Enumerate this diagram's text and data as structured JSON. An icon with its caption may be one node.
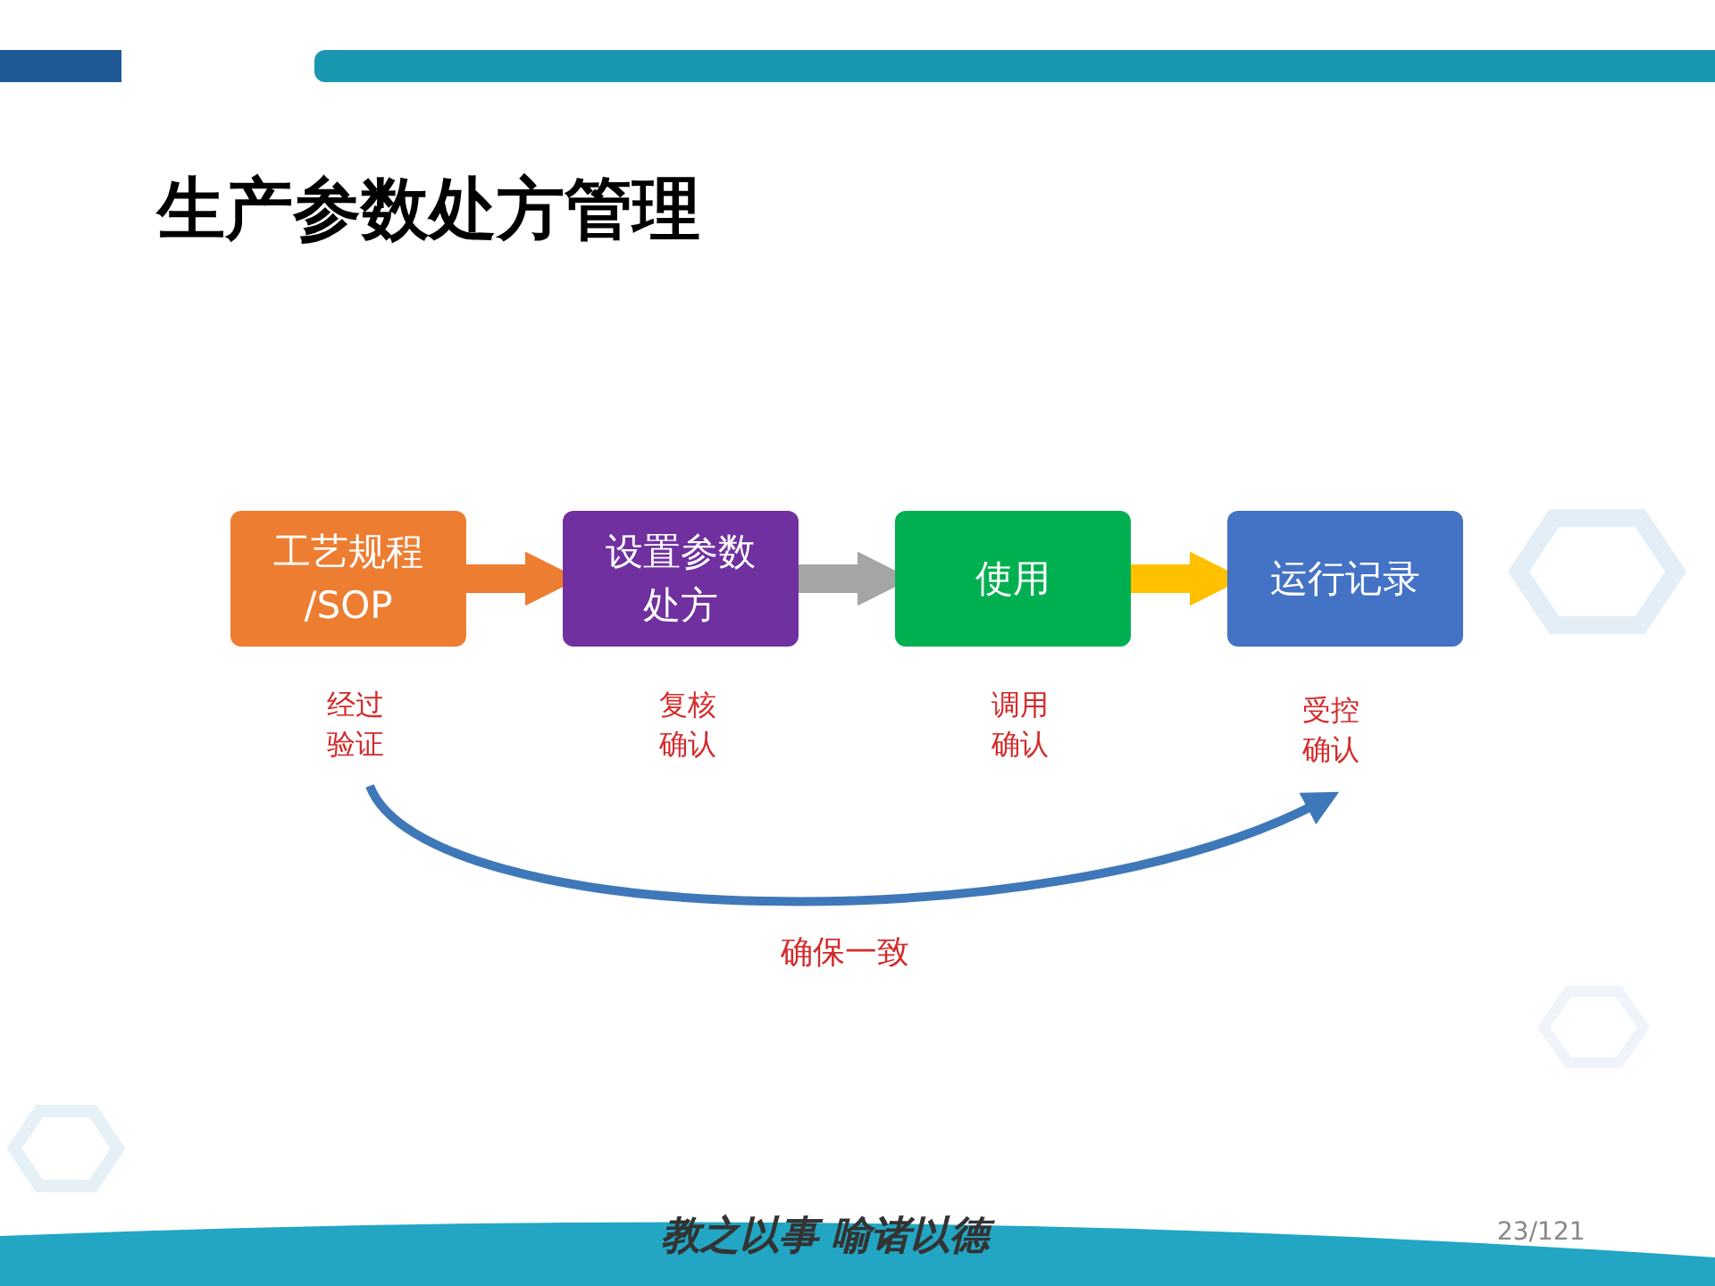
{
  "diagram": {
    "title": "生产参数处方管理",
    "nodes": [
      {
        "text": [
          "工艺规程 /SOP"
        ],
        "beside": [
          "经过验证"
        ]
      },
      {
        "text": [
          "设置参数处方"
        ],
        "beside": [
          "复核确认"
        ]
      },
      {
        "text": [
          "使用"
        ],
        "beside": [
          "调用确认"
        ]
      },
      {
        "text": [
          "运行记录"
        ],
        "beside": [
          "受控确认"
        ]
      }
    ],
    "edges": [
      {
        "from": 0,
        "to": 1,
        "arrow": "to",
        "color": "#ed7d31"
      },
      {
        "from": 1,
        "to": 2,
        "arrow": "to",
        "color": "#a5a5a5"
      },
      {
        "from": 2,
        "to": 3,
        "arrow": "to",
        "color": "#ffc000"
      },
      {
        "from": 0,
        "to": 3,
        "arrow": "to",
        "label": "确保一致",
        "color": "#3f78b8"
      }
    ],
    "labels": [
      "教之以事 喻诸以德",
      "23/121"
    ]
  }
}
